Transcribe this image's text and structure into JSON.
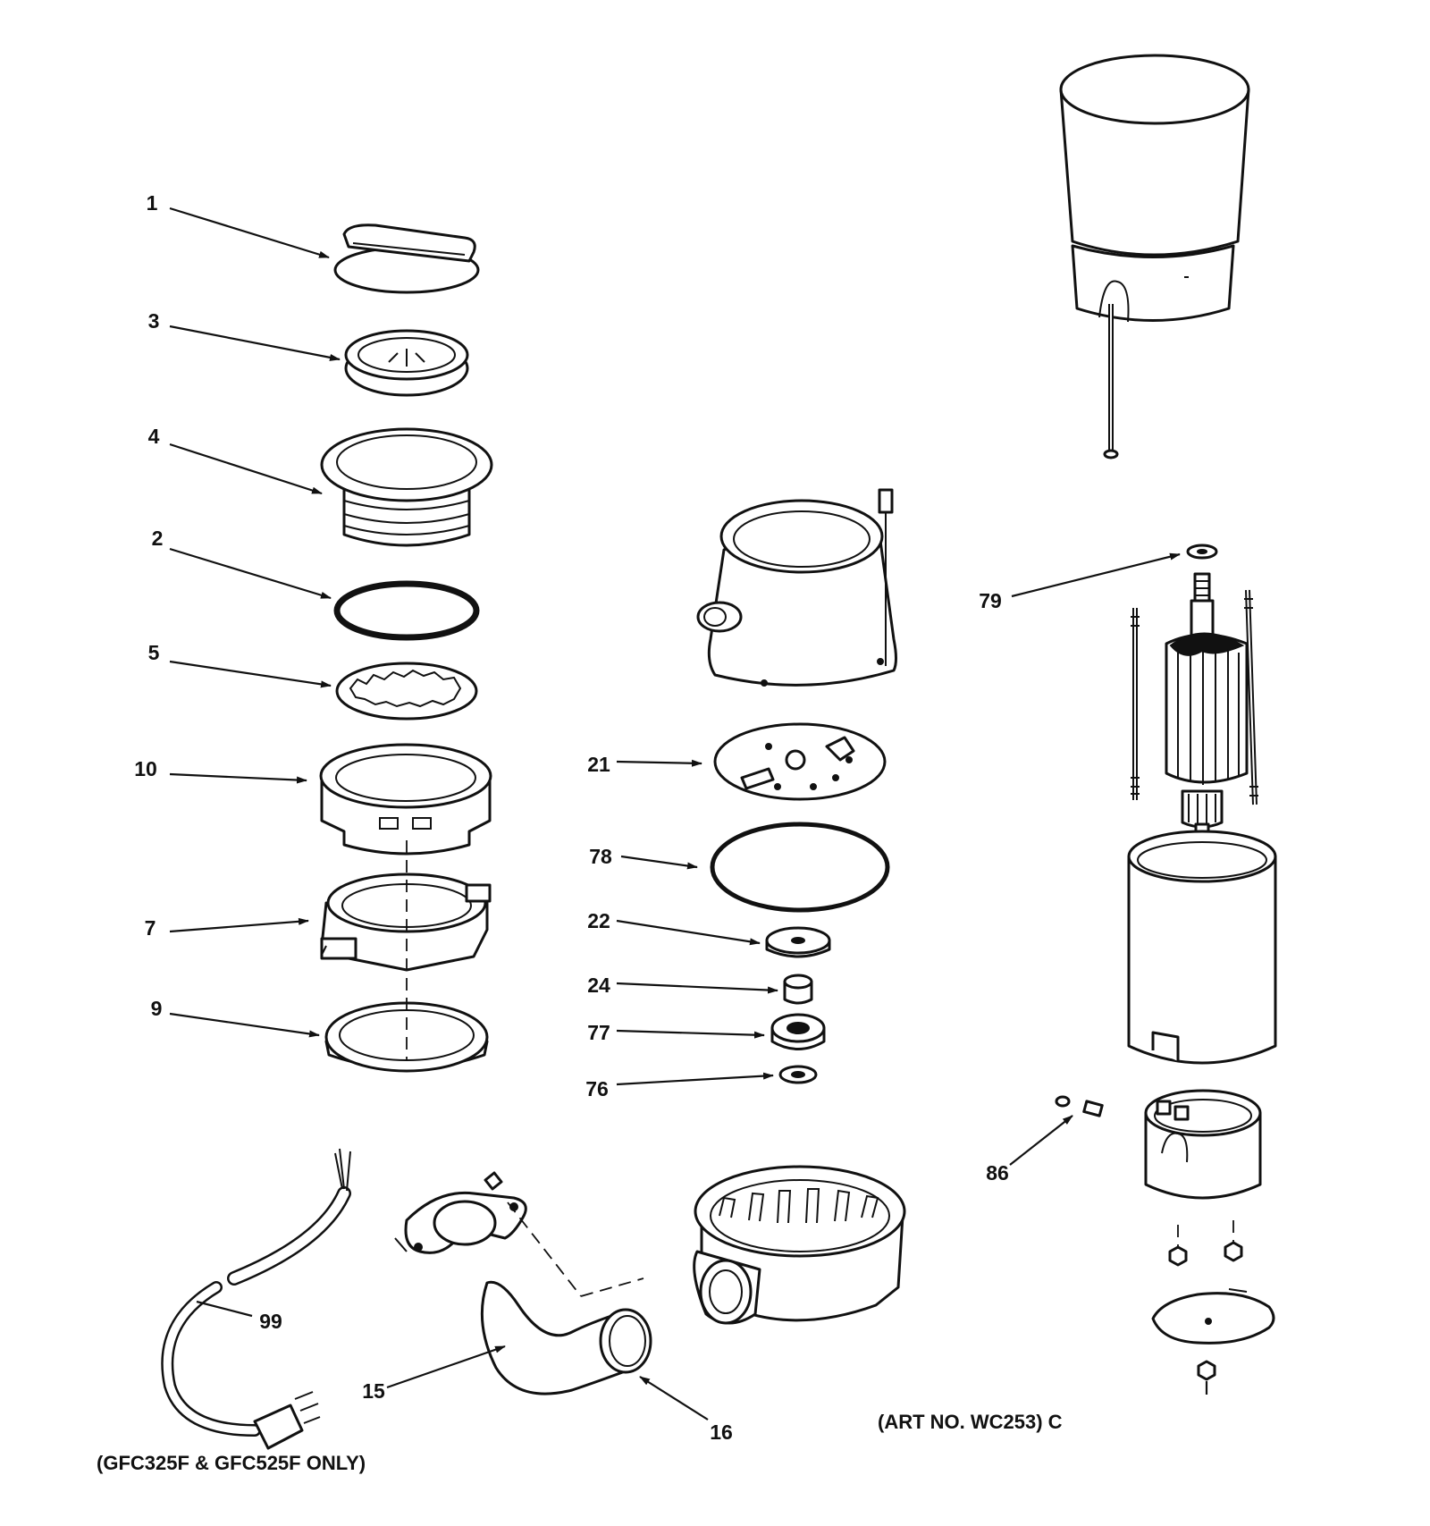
{
  "callouts": [
    {
      "id": "1",
      "text": "1"
    },
    {
      "id": "3",
      "text": "3"
    },
    {
      "id": "4",
      "text": "4"
    },
    {
      "id": "2",
      "text": "2"
    },
    {
      "id": "5",
      "text": "5"
    },
    {
      "id": "10",
      "text": "10"
    },
    {
      "id": "7",
      "text": "7"
    },
    {
      "id": "9",
      "text": "9"
    },
    {
      "id": "99",
      "text": "99"
    },
    {
      "id": "15",
      "text": "15"
    },
    {
      "id": "16",
      "text": "16"
    },
    {
      "id": "21",
      "text": "21"
    },
    {
      "id": "78",
      "text": "78"
    },
    {
      "id": "22",
      "text": "22"
    },
    {
      "id": "24",
      "text": "24"
    },
    {
      "id": "77",
      "text": "77"
    },
    {
      "id": "76",
      "text": "76"
    },
    {
      "id": "79",
      "text": "79"
    },
    {
      "id": "86",
      "text": "86"
    }
  ],
  "notes": {
    "model_note": "(GFC325F & GFC525F ONLY)",
    "art_no": "(ART NO. WC253) C"
  }
}
